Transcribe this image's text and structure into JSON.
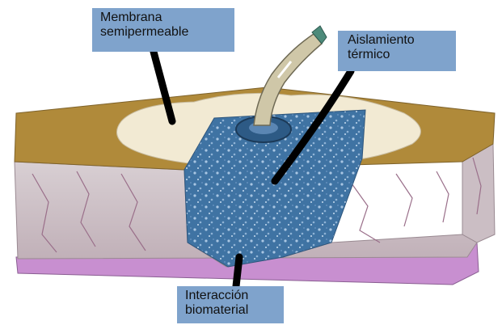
{
  "labels": {
    "membrana": {
      "line1": "Membrana",
      "line2": "semipermeable"
    },
    "aislamiento": {
      "line1": "Aislamiento",
      "line2": "térmico"
    },
    "interaccion": {
      "line1": "Interacción",
      "line2": "biomaterial"
    }
  },
  "colors": {
    "label_background": "#7fa3cc",
    "skin_top": "#b08a3a",
    "membrane": "#f2ead3",
    "tissue": "#c9bcc2",
    "implant": "#3c6f9f",
    "base_layer": "#c88fd0",
    "tube": "#cfc7a8",
    "leader_line": "#000000"
  }
}
